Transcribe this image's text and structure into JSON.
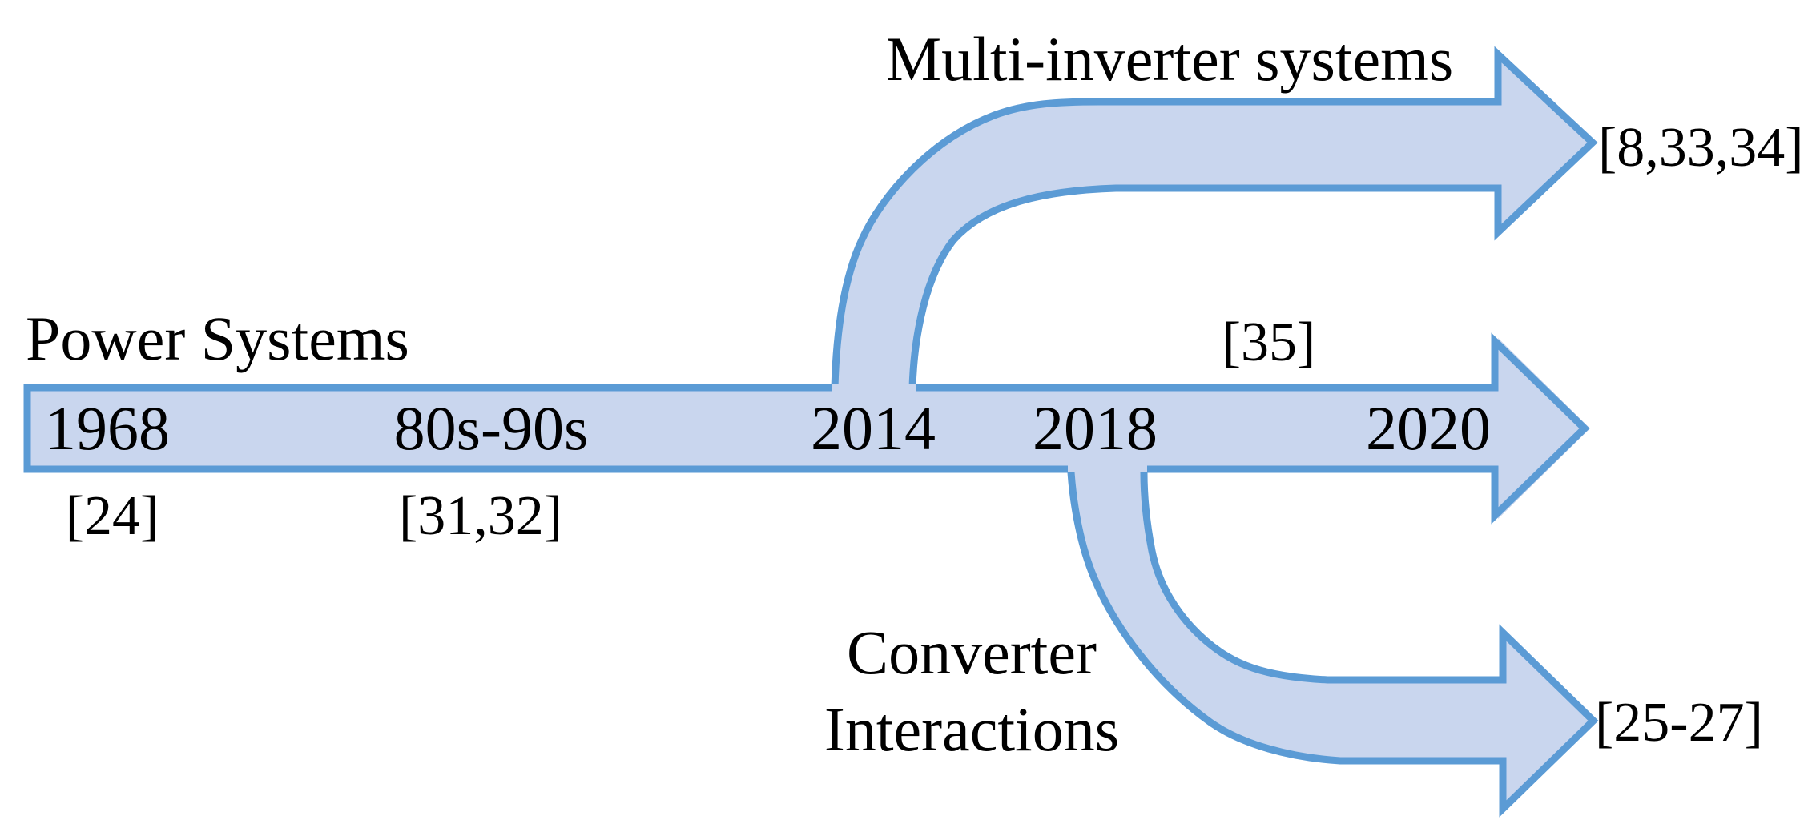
{
  "diagram": {
    "background_color": "#FFFFFF",
    "colors": {
      "band_fill": "#C9D6EE",
      "band_stroke": "#5B9BD5",
      "text": "#000000"
    },
    "main_timeline": {
      "title": "Power Systems",
      "milestones": [
        {
          "label": "1968",
          "ref_below": "[24]"
        },
        {
          "label": "80s-90s",
          "ref_below": "[31,32]"
        },
        {
          "label": "2014"
        },
        {
          "label": "2018"
        },
        {
          "label": "2020"
        }
      ],
      "ref_above": "[35]"
    },
    "branch_upper": {
      "title": "Multi-inverter systems",
      "ref": "[8,33,34]"
    },
    "branch_lower": {
      "title_line1": "Converter",
      "title_line2": "Interactions",
      "ref": "[25-27]"
    }
  }
}
